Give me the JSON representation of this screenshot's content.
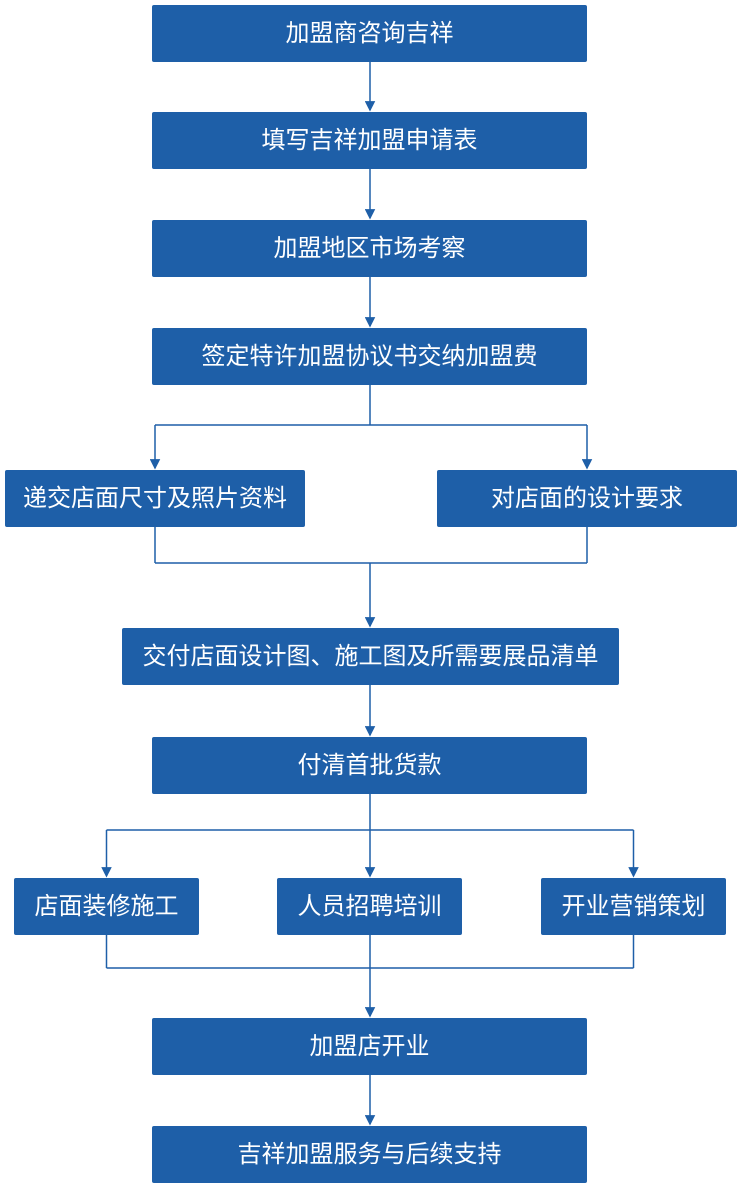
{
  "diagram": {
    "type": "flowchart",
    "colors": {
      "node_fill": "#1e5fa8",
      "node_text": "#ffffff",
      "connector": "#1e5fa8",
      "background": "#ffffff"
    },
    "nodes": {
      "consult": {
        "label": "加盟商咨询吉祥"
      },
      "application": {
        "label": "填写吉祥加盟申请表"
      },
      "market_survey": {
        "label": "加盟地区市场考察"
      },
      "sign_agreement": {
        "label": "签定特许加盟协议书交纳加盟费"
      },
      "submit_store_info": {
        "label": "递交店面尺寸及照片资料"
      },
      "design_requirements": {
        "label": "对店面的设计要求"
      },
      "deliver_design": {
        "label": "交付店面设计图、施工图及所需要展品清单"
      },
      "pay_first_batch": {
        "label": "付清首批货款"
      },
      "renovation": {
        "label": "店面装修施工"
      },
      "recruitment": {
        "label": "人员招聘培训"
      },
      "marketing": {
        "label": "开业营销策划"
      },
      "opening": {
        "label": "加盟店开业"
      },
      "support": {
        "label": "吉祥加盟服务与后续支持"
      }
    }
  }
}
